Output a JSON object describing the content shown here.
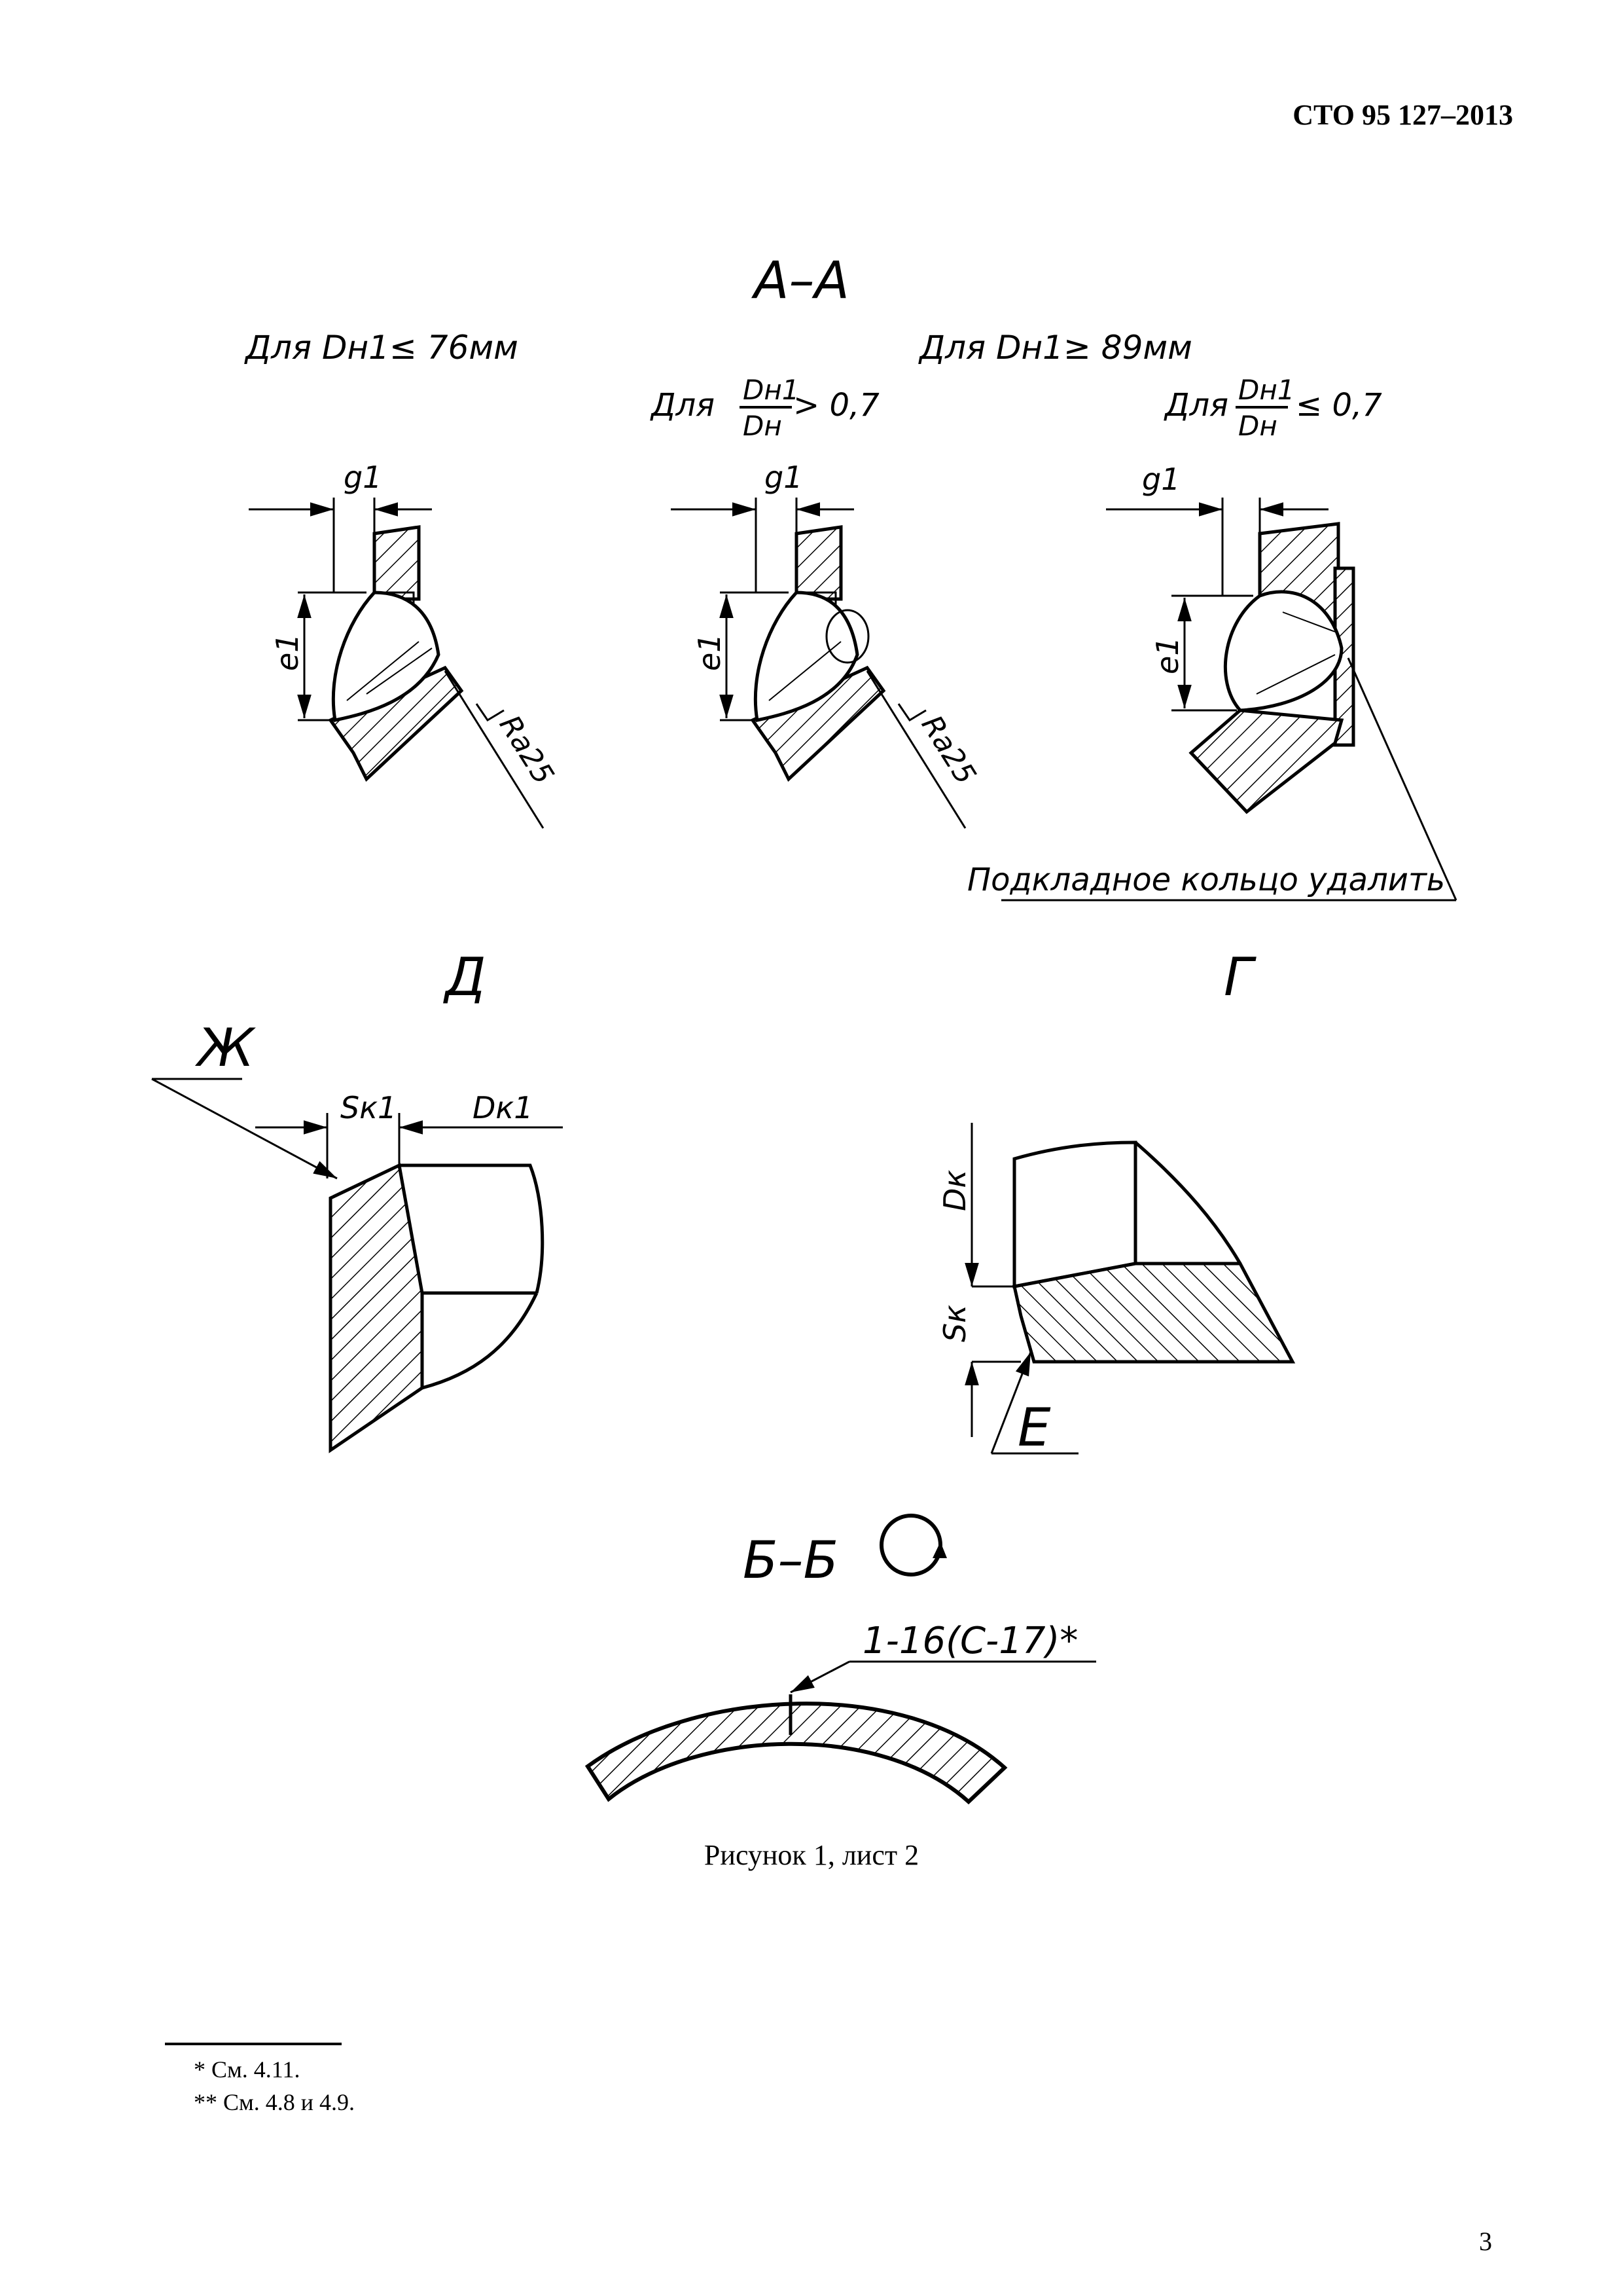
{
  "header": {
    "standard_code": "СТО 95 127–2013"
  },
  "figure": {
    "section_aa": "А–А",
    "label_small": "Для Dн1≤ 76мм",
    "label_large": "Для Dн1≥ 89мм",
    "cond_prefix": "Для",
    "ratio_num": "Dн1",
    "ratio_den": "Dн",
    "cond_gt": "> 0,7",
    "cond_le": "≤ 0,7",
    "dim_g1": "g1",
    "dim_e1": "e1",
    "roughness": "Ra25",
    "remove_ring_note": "Подкладное кольцо удалить",
    "view_d": "Д",
    "view_g": "Г",
    "mark_zh": "Ж",
    "dim_sk1": "Sк1",
    "dim_dk1": "Dк1",
    "dim_dk": "Dк",
    "dim_sk": "Sк",
    "mark_e": "Е",
    "section_bb": "Б–Б",
    "weld_callout": "1-16(С-17)*"
  },
  "caption": "Рисунок 1, лист 2",
  "footnotes": [
    "* См. 4.11.",
    "** См. 4.8 и 4.9."
  ],
  "page_number": "3"
}
